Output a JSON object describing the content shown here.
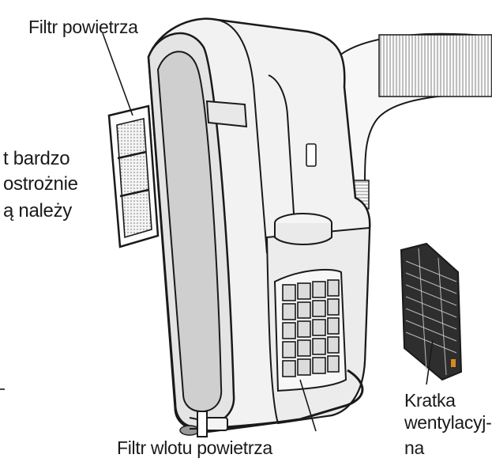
{
  "labels": {
    "air_filter": "Filtr powietrza",
    "intake_filter": "Filtr wlotu powietrza",
    "grille_line1": "Kratka",
    "grille_line2": "wentylacyj-",
    "grille_line3": "na"
  },
  "side_text": {
    "line1": "t bardzo",
    "line2": "ostrożnie",
    "line3": "ą należy"
  },
  "colors": {
    "stroke": "#1a1a1a",
    "body_fill": "#f2f2f2",
    "panel_fill": "#d9d9d9",
    "filter_fill": "#e6e6e6",
    "grille_fill": "#3a3a3a"
  }
}
